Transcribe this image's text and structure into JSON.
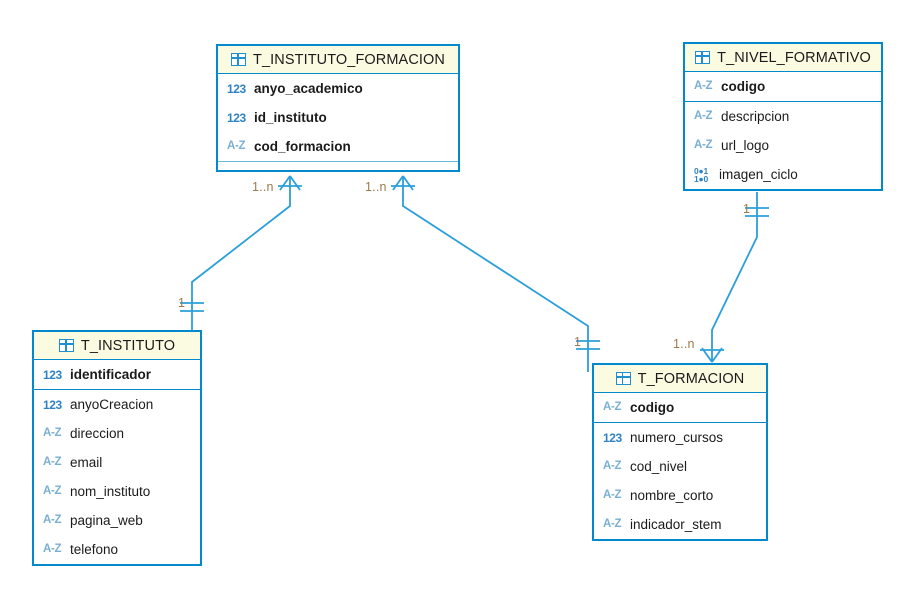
{
  "diagram": {
    "type": "entity-relationship-diagram",
    "background_color": "#ffffff",
    "entity_border_color": "#0089cc",
    "entity_header_color": "#fbfbe2",
    "connector_color": "#2b9fd8",
    "cardinality_label_color": "#9b7a4e"
  },
  "entities": [
    {
      "id": "t_instituto_formacion",
      "name": "T_INSTITUTO_FORMACION",
      "icon": "table-icon",
      "primary_keys": [],
      "attributes": [
        {
          "name": "anyo_academico",
          "type_icon": "number-icon",
          "type_label": "123",
          "key": true
        },
        {
          "name": "id_instituto",
          "type_icon": "number-icon",
          "type_label": "123",
          "key": true
        },
        {
          "name": "cod_formacion",
          "type_icon": "text-icon",
          "type_label": "A-Z",
          "key": true
        }
      ]
    },
    {
      "id": "t_nivel_formativo",
      "name": "T_NIVEL_FORMATIVO",
      "icon": "table-icon",
      "primary_keys": [
        {
          "name": "codigo",
          "type_icon": "text-icon",
          "type_label": "A-Z",
          "key": true
        }
      ],
      "attributes": [
        {
          "name": "descripcion",
          "type_icon": "text-icon",
          "type_label": "A-Z",
          "key": false
        },
        {
          "name": "url_logo",
          "type_icon": "text-icon",
          "type_label": "A-Z",
          "key": false
        },
        {
          "name": "imagen_ciclo",
          "type_icon": "binary-icon",
          "type_label": "01 10",
          "key": false
        }
      ]
    },
    {
      "id": "t_instituto",
      "name": "T_INSTITUTO",
      "icon": "table-icon",
      "primary_keys": [
        {
          "name": "identificador",
          "type_icon": "number-icon",
          "type_label": "123",
          "key": true
        }
      ],
      "attributes": [
        {
          "name": "anyoCreacion",
          "type_icon": "number-icon",
          "type_label": "123",
          "key": false
        },
        {
          "name": "direccion",
          "type_icon": "text-icon",
          "type_label": "A-Z",
          "key": false
        },
        {
          "name": "email",
          "type_icon": "text-icon",
          "type_label": "A-Z",
          "key": false
        },
        {
          "name": "nom_instituto",
          "type_icon": "text-icon",
          "type_label": "A-Z",
          "key": false
        },
        {
          "name": "pagina_web",
          "type_icon": "text-icon",
          "type_label": "A-Z",
          "key": false
        },
        {
          "name": "telefono",
          "type_icon": "text-icon",
          "type_label": "A-Z",
          "key": false
        }
      ]
    },
    {
      "id": "t_formacion",
      "name": "T_FORMACION",
      "icon": "table-icon",
      "primary_keys": [
        {
          "name": "codigo",
          "type_icon": "text-icon",
          "type_label": "A-Z",
          "key": true
        }
      ],
      "attributes": [
        {
          "name": "numero_cursos",
          "type_icon": "number-icon",
          "type_label": "123",
          "key": false
        },
        {
          "name": "cod_nivel",
          "type_icon": "text-icon",
          "type_label": "A-Z",
          "key": false
        },
        {
          "name": "nombre_corto",
          "type_icon": "text-icon",
          "type_label": "A-Z",
          "key": false
        },
        {
          "name": "indicador_stem",
          "type_icon": "text-icon",
          "type_label": "A-Z",
          "key": false
        }
      ]
    }
  ],
  "relationships": [
    {
      "id": "rel-instituto",
      "from_entity": "t_instituto_formacion",
      "to_entity": "t_instituto",
      "from_cardinality": "1..n",
      "to_cardinality": "1"
    },
    {
      "id": "rel-formacion",
      "from_entity": "t_instituto_formacion",
      "to_entity": "t_formacion",
      "from_cardinality": "1..n",
      "to_cardinality": "1"
    },
    {
      "id": "rel-nivel",
      "from_entity": "t_nivel_formativo",
      "to_entity": "t_formacion",
      "from_cardinality": "1",
      "to_cardinality": "1..n"
    }
  ],
  "cardinality_labels": {
    "if_to_instituto_n": "1..n",
    "if_to_formacion_n": "1..n",
    "instituto_one": "1",
    "formacion_one": "1",
    "nivel_one": "1",
    "formacion_n": "1..n"
  }
}
